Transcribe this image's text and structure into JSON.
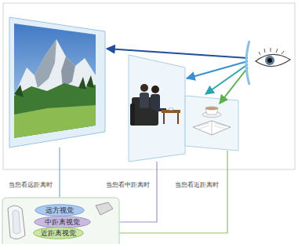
{
  "diagram": {
    "nodes": [
      {
        "text": [
          "远方视觉"
        ]
      },
      {
        "text": [
          "中距离视觉"
        ]
      },
      {
        "text": [
          "近距离视觉"
        ]
      }
    ],
    "labels": [
      "当您看远距离时",
      "当您看中距离时",
      "当您看近距离时"
    ]
  }
}
